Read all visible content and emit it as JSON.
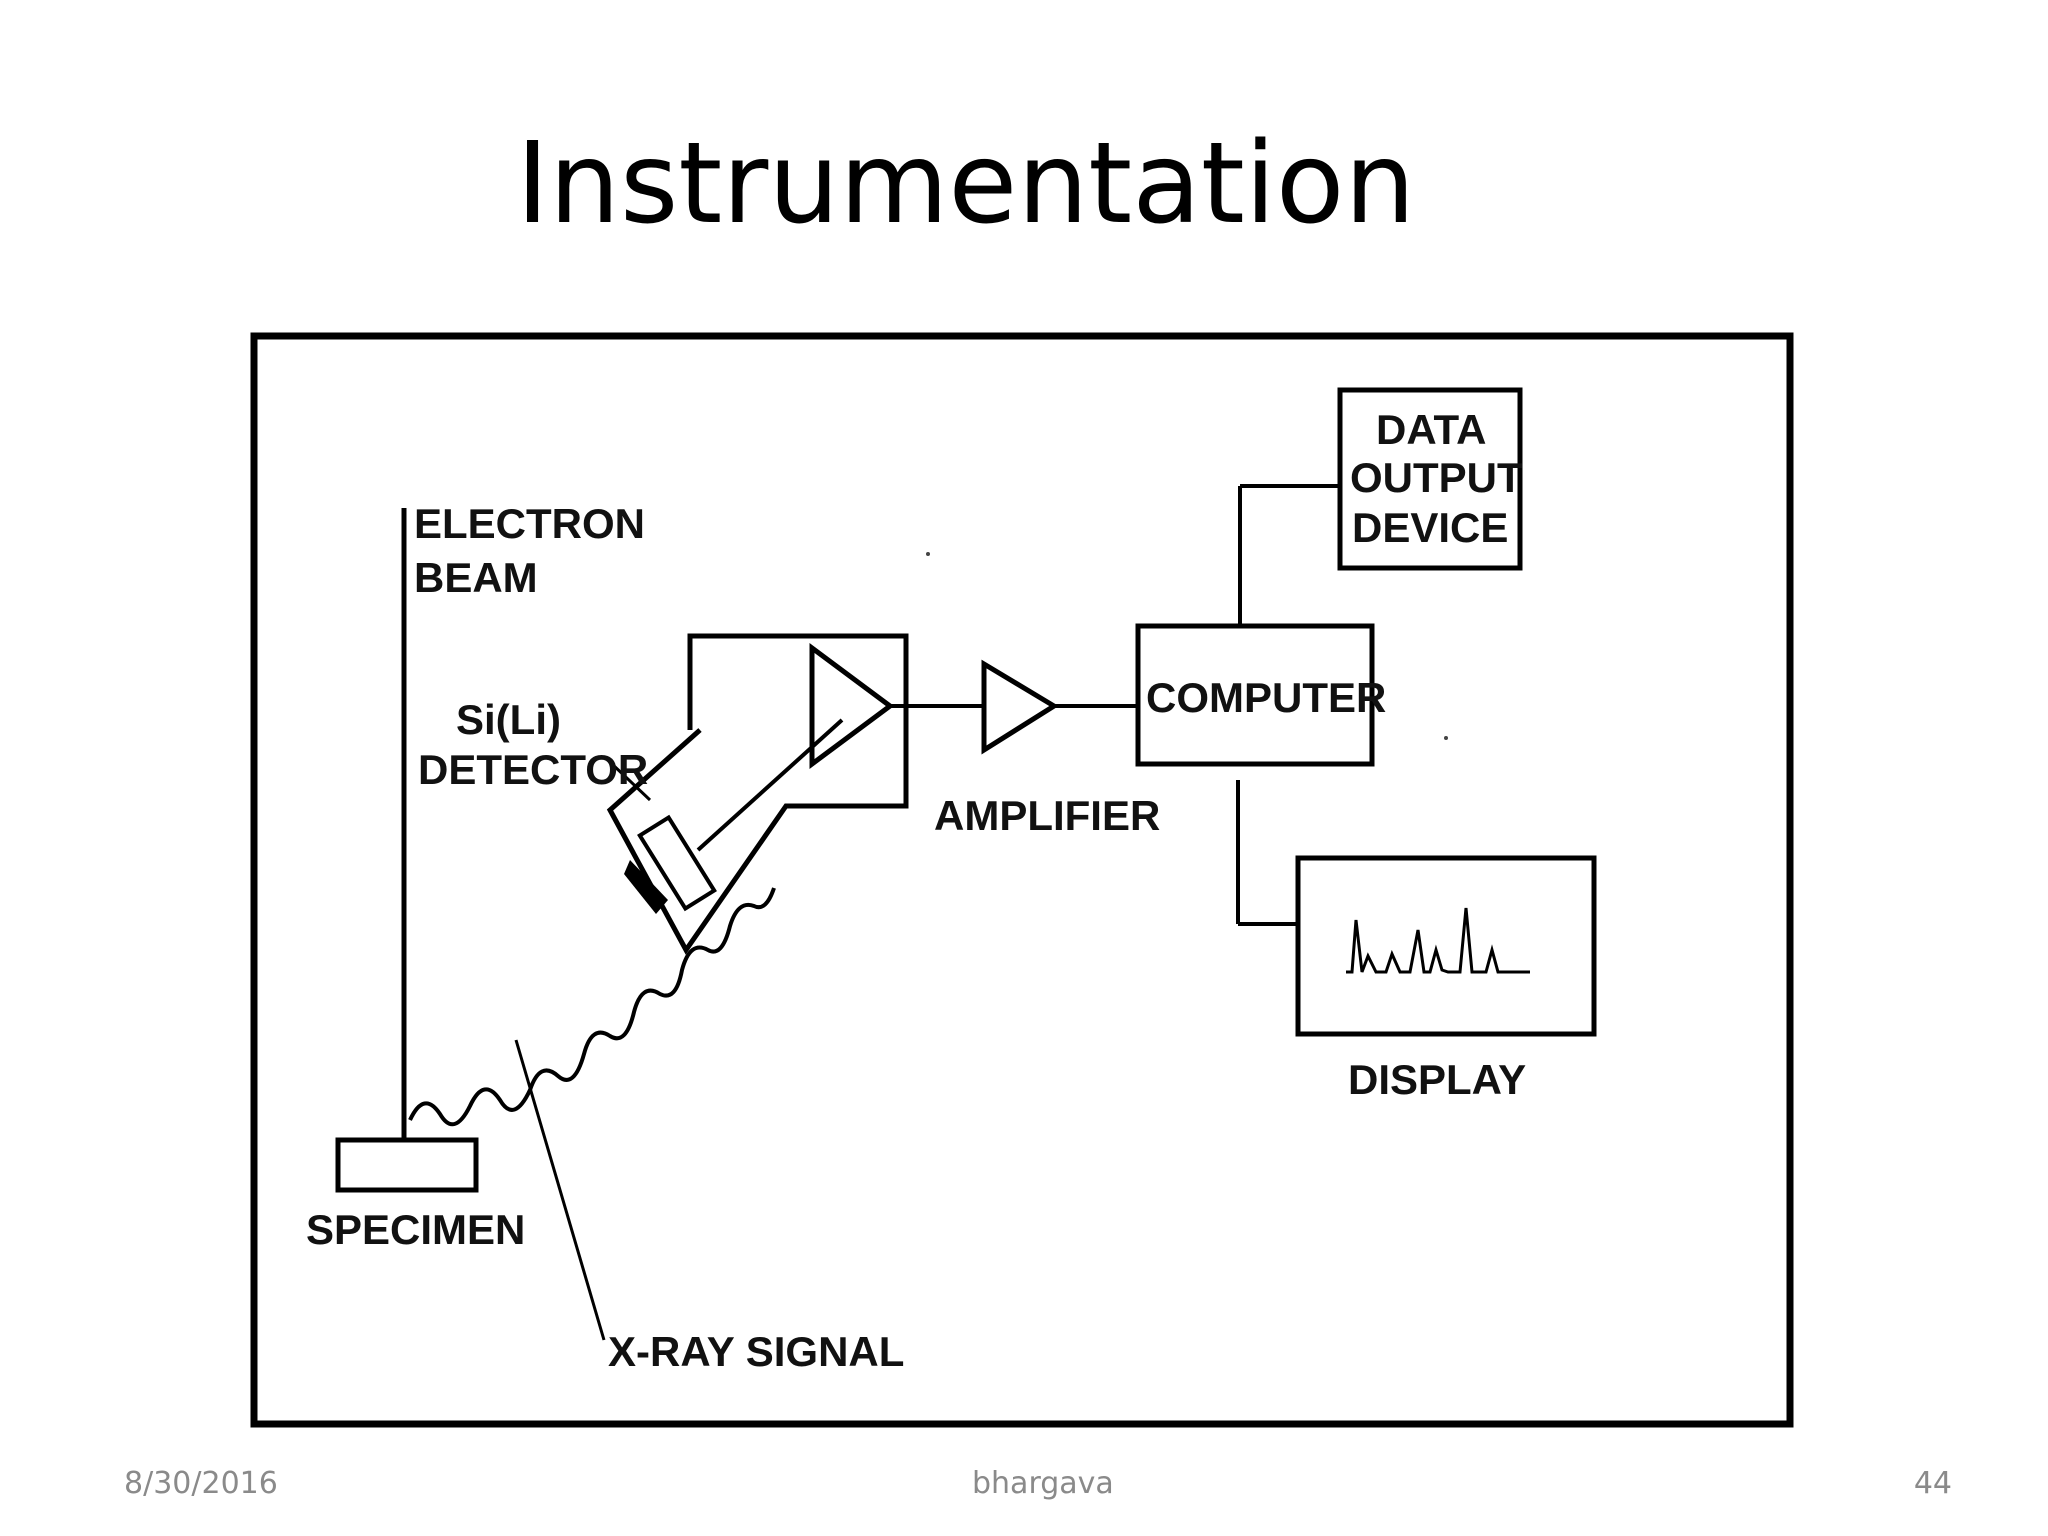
{
  "slide": {
    "title": "Instrumentation"
  },
  "diagram": {
    "labels": {
      "electron_beam_1": "ELECTRON",
      "electron_beam_2": "BEAM",
      "detector_1": "Si(Li)",
      "detector_2": "DETECTOR",
      "amplifier": "AMPLIFIER",
      "computer": "COMPUTER",
      "data_output_1": "DATA",
      "data_output_2": "OUTPUT",
      "data_output_3": "DEVICE",
      "display": "DISPLAY",
      "specimen": "SPECIMEN",
      "xray_signal": "X-RAY SIGNAL"
    }
  },
  "footer": {
    "date": "8/30/2016",
    "author": "bhargava",
    "page": "44"
  }
}
